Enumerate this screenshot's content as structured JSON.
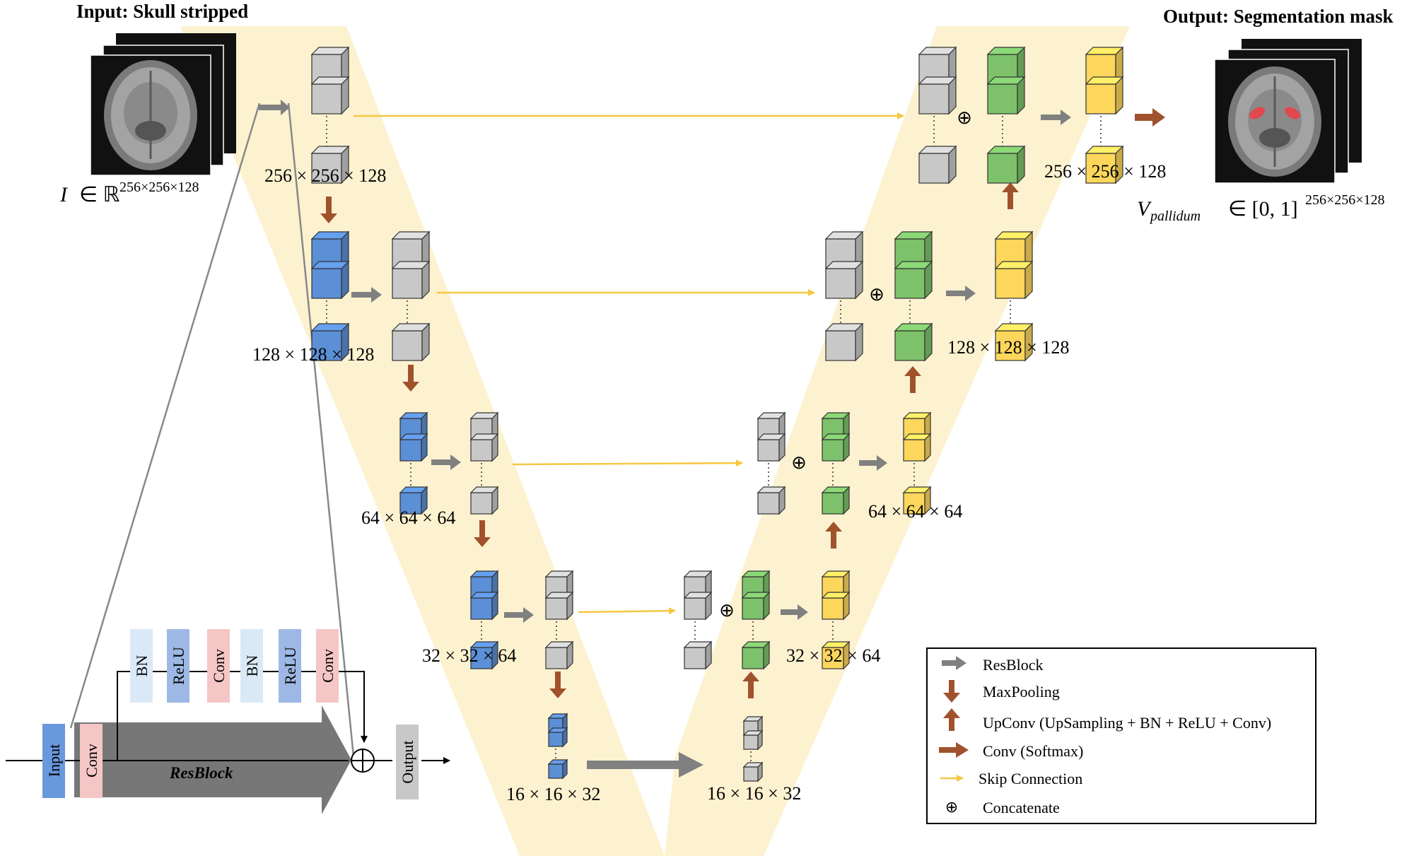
{
  "titles": {
    "input": "Input: Skull stripped",
    "output": "Output: Segmentation mask"
  },
  "math": {
    "input_var": "I",
    "input_set": "∈ ℝ",
    "input_sup": "256×256×128",
    "output_var": "V",
    "output_sub": "pallidum",
    "output_set": "∈ [0, 1]",
    "output_sup": "256×256×128"
  },
  "dims": {
    "enc1": "256 × 256 × 128",
    "enc2": "128 × 128 × 128",
    "enc3": "64 × 64 × 64",
    "enc4": "32 × 32 × 64",
    "bottom_left": "16 × 16 × 32",
    "bottom_right": "16 × 16 × 32",
    "dec4": "32 × 32 × 64",
    "dec3": "64 × 64 × 64",
    "dec2": "128 × 128 × 128",
    "dec1": "256 × 256 × 128"
  },
  "concat_symbol": "⊕",
  "resblock": {
    "input": "Input",
    "conv_first": "Conv",
    "layers": [
      "BN",
      "ReLU",
      "Conv",
      "BN",
      "ReLU",
      "Conv"
    ],
    "name": "ResBlock",
    "output": "Output"
  },
  "legend": [
    {
      "label": "ResBlock"
    },
    {
      "label": "MaxPooling"
    },
    {
      "label": "UpConv (UpSampling + BN + ReLU + Conv)"
    },
    {
      "label": "Conv (Softmax)"
    },
    {
      "label": "Skip Connection"
    },
    {
      "label": "Concatenate"
    }
  ],
  "colors": {
    "v_band": "#fdf2d0",
    "gray_cube": "#c8c8c8",
    "blue_cube": "#5b8fd6",
    "green_cube": "#7dc26a",
    "yellow_cube": "#fdd65c",
    "resblock_arrow": "#808080",
    "pool_arrow": "#a0522d",
    "skip_arrow": "#f5c842",
    "bn": "#dbe9f7",
    "relu": "#9db8e4",
    "conv": "#f5c6c6",
    "input_block": "#6a98dc",
    "output_block": "#c8c8c8"
  }
}
